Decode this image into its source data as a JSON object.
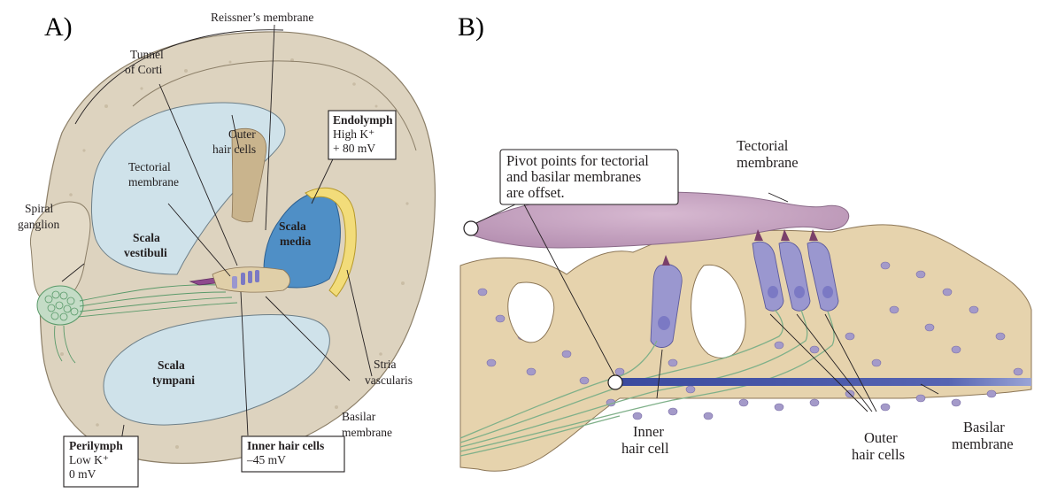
{
  "panel_a": {
    "letter": "A)",
    "labels": {
      "reissners_membrane": "Reissner’s membrane",
      "tunnel_of_corti_1": "Tunnel",
      "tunnel_of_corti_2": "of Corti",
      "outer_hair_cells_1": "Outer",
      "outer_hair_cells_2": "hair cells",
      "tectorial_membrane_1": "Tectorial",
      "tectorial_membrane_2": "membrane",
      "spiral_ganglion_1": "Spiral",
      "spiral_ganglion_2": "ganglion",
      "scala_vestibuli_1": "Scala",
      "scala_vestibuli_2": "vestibuli",
      "scala_media_1": "Scala",
      "scala_media_2": "media",
      "scala_tympani_1": "Scala",
      "scala_tympani_2": "tympani",
      "stria_vascularis_1": "Stria",
      "stria_vascularis_2": "vascularis",
      "basilar_membrane_1": "Basilar",
      "basilar_membrane_2": "membrane"
    },
    "boxes": {
      "endolymph": {
        "title": "Endolymph",
        "line1": "High K⁺",
        "line2": "+ 80 mV"
      },
      "perilymph": {
        "title": "Perilymph",
        "line1": "Low K⁺",
        "line2": "0 mV"
      },
      "inner_hair_cells": {
        "title": "Inner hair cells",
        "line1": "–45 mV"
      }
    }
  },
  "panel_b": {
    "letter": "B)",
    "callout": {
      "line1": "Pivot points for tectorial",
      "line2": "and basilar membranes",
      "line3": "are offset."
    },
    "labels": {
      "tectorial_membrane_1": "Tectorial",
      "tectorial_membrane_2": "membrane",
      "inner_hair_cell_1": "Inner",
      "inner_hair_cell_2": "hair cell",
      "outer_hair_cells_1": "Outer",
      "outer_hair_cells_2": "hair cells",
      "basilar_membrane_1": "Basilar",
      "basilar_membrane_2": "membrane"
    }
  },
  "colors": {
    "bone": "#ddd3bf",
    "fluid": "#cfe2ea",
    "media_blue": "#4f8fc6",
    "stria_yellow": "#f2dc7a",
    "tectorial": "#c9a6c4",
    "hair_cell": "#9a97cf",
    "tissue": "#e6d3ad",
    "nerve_green": "#7fb089",
    "basilar_blue": "#4b58a6"
  }
}
